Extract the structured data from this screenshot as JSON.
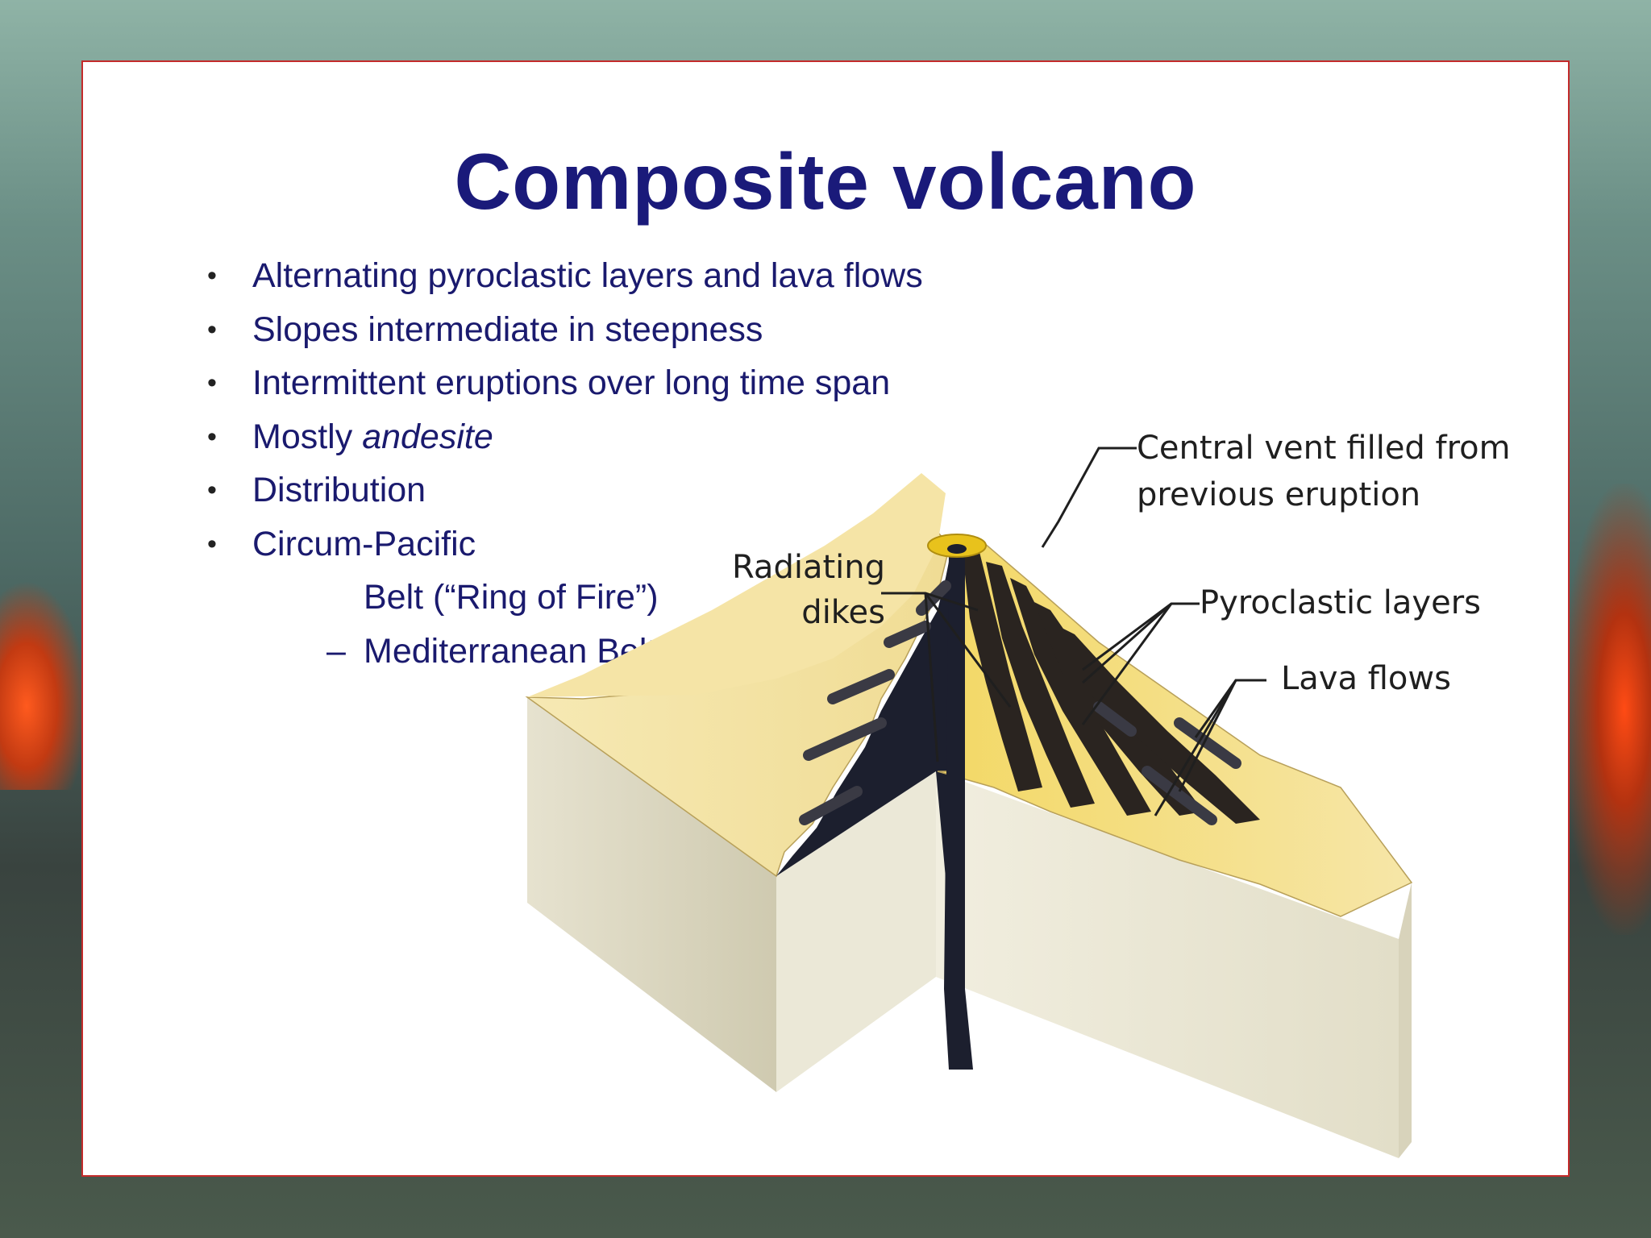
{
  "slide": {
    "title": "Composite volcano",
    "bullets": [
      {
        "text": "Alternating pyroclastic layers and lava flows"
      },
      {
        "text": "Slopes intermediate in steepness"
      },
      {
        "text": "Intermittent eruptions over long time span"
      },
      {
        "prefix": "Mostly ",
        "emph": "andesite"
      },
      {
        "text": "Distribution"
      },
      {
        "text": "Circum-Pacific"
      },
      {
        "text": "Belt (“Ring of Fire”)"
      },
      {
        "text": "Mediterranean Belt"
      }
    ]
  },
  "diagram": {
    "labels": {
      "central_vent_line1": "Central vent filled from",
      "central_vent_line2": "previous eruption",
      "radiating_line1": "Radiating",
      "radiating_line2": "dikes",
      "pyroclastic": "Pyroclastic layers",
      "lava_flows": "Lava flows"
    },
    "colors": {
      "title": "#1a1a7a",
      "text": "#1a1a6e",
      "slope": "#f3e3a6",
      "crater": "#e8c21c",
      "vent": "#1c1f2e",
      "block_face": "#e9e6d9",
      "slide_border": "#c42b2b"
    }
  }
}
